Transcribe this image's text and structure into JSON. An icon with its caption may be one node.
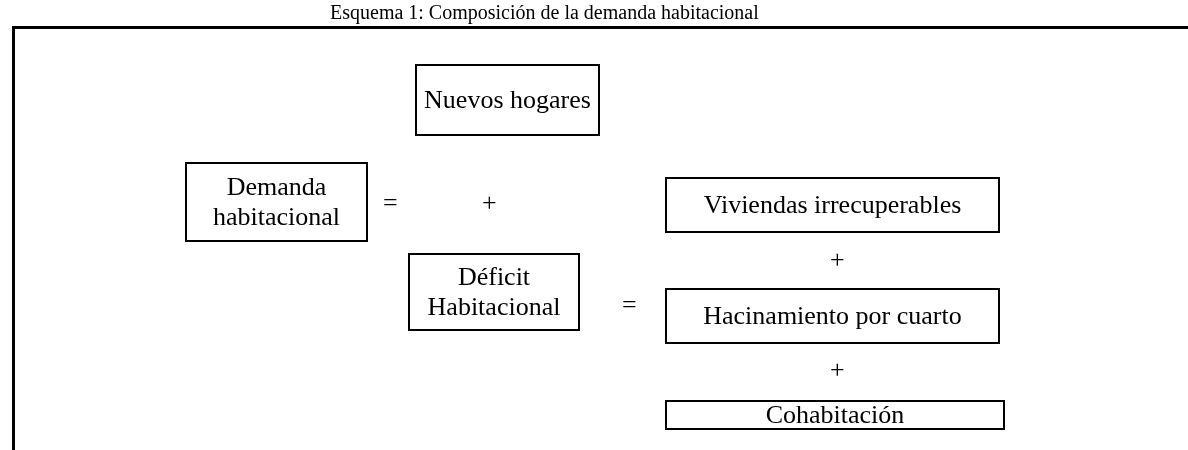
{
  "diagram": {
    "title": "Esquema 1: Composición de la demanda habitacional",
    "nodes": [
      {
        "text": [
          "Nuevos hogares"
        ]
      },
      {
        "text": [
          "Demanda habitacional"
        ]
      },
      {
        "text": [
          "Viviendas irrecuperables"
        ]
      },
      {
        "text": [
          "Déficit Habitacional"
        ]
      },
      {
        "text": [
          "Hacinamiento por cuarto"
        ]
      },
      {
        "text": [
          "Cohabitación"
        ]
      }
    ],
    "edges": [],
    "labels": [
      "=",
      "+",
      "+",
      "=",
      "+"
    ]
  }
}
